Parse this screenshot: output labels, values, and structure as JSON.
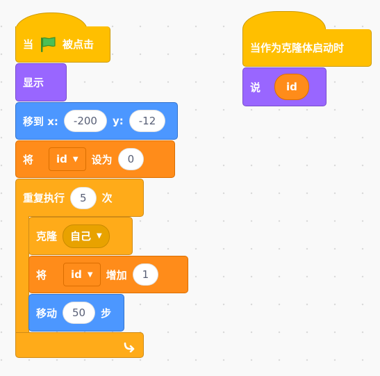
{
  "script1": {
    "when_flag": {
      "prefix": "当",
      "suffix": "被点击"
    },
    "show": {
      "label": "显示"
    },
    "goto": {
      "label": "移到 x:",
      "x_value": "-200",
      "y_label": "y:",
      "y_value": "-12"
    },
    "set_var": {
      "label": "将",
      "var_name": "id",
      "to_label": "设为",
      "value": "0"
    },
    "repeat": {
      "label": "重复执行",
      "count": "5",
      "suffix": "次"
    },
    "clone": {
      "label": "克隆",
      "target": "自己"
    },
    "change_var": {
      "label": "将",
      "var_name": "id",
      "by_label": "增加",
      "value": "1"
    },
    "move": {
      "label": "移动",
      "steps": "50",
      "suffix": "步"
    }
  },
  "script2": {
    "when_clone": {
      "label": "当作为克隆体启动时"
    },
    "say": {
      "label": "说",
      "reporter": "id"
    }
  },
  "icons": {
    "flag": "green-flag-icon",
    "arrow": "dropdown-arrow-icon",
    "loop": "loop-arrow-icon"
  },
  "colors": {
    "events": "#ffbf00",
    "looks": "#9966ff",
    "motion": "#4c97ff",
    "variables": "#ff8c1a",
    "control": "#ffab19"
  }
}
